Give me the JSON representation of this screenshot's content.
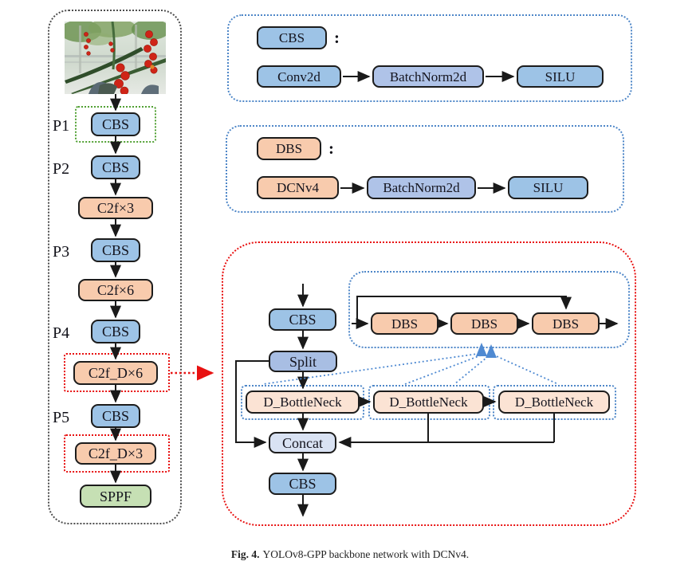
{
  "caption": {
    "label": "Fig. 4.",
    "text": "YOLOv8-GPP backbone network with DCNv4."
  },
  "backbone": {
    "pyramid_labels": [
      "P1",
      "P2",
      "P3",
      "P4",
      "P5"
    ],
    "nodes": [
      {
        "label": "CBS"
      },
      {
        "label": "CBS"
      },
      {
        "label": "C2f×3"
      },
      {
        "label": "CBS"
      },
      {
        "label": "C2f×6"
      },
      {
        "label": "CBS"
      },
      {
        "label": "C2f_D×6"
      },
      {
        "label": "CBS"
      },
      {
        "label": "C2f_D×3"
      },
      {
        "label": "SPPF"
      }
    ]
  },
  "cbs_legend": {
    "name": "CBS",
    "colon": ":",
    "steps": [
      "Conv2d",
      "BatchNorm2d",
      "SILU"
    ]
  },
  "dbs_legend": {
    "name": "DBS",
    "colon": ":",
    "steps": [
      "DCNv4",
      "BatchNorm2d",
      "SILU"
    ]
  },
  "c2fd_detail": {
    "cbs_in": "CBS",
    "split": "Split",
    "dbs_chain": [
      "DBS",
      "DBS",
      "DBS"
    ],
    "bottlenecks": [
      "D_BottleNeck",
      "D_BottleNeck",
      "D_BottleNeck"
    ],
    "concat": "Concat",
    "cbs_out": "CBS"
  },
  "colors": {
    "cbs_blue": "#9DC3E6",
    "batchnorm_periwinkle": "#AFC3E8",
    "concat_light_blue": "#D9E2F3",
    "dbs_peach": "#F8CBAD",
    "bottleneck_light_peach": "#FBE3D4",
    "sppf_green": "#C6E0B4",
    "legend_border_blue": "#4f87c8",
    "highlight_red": "#e81111",
    "highlight_green": "#51a033"
  }
}
